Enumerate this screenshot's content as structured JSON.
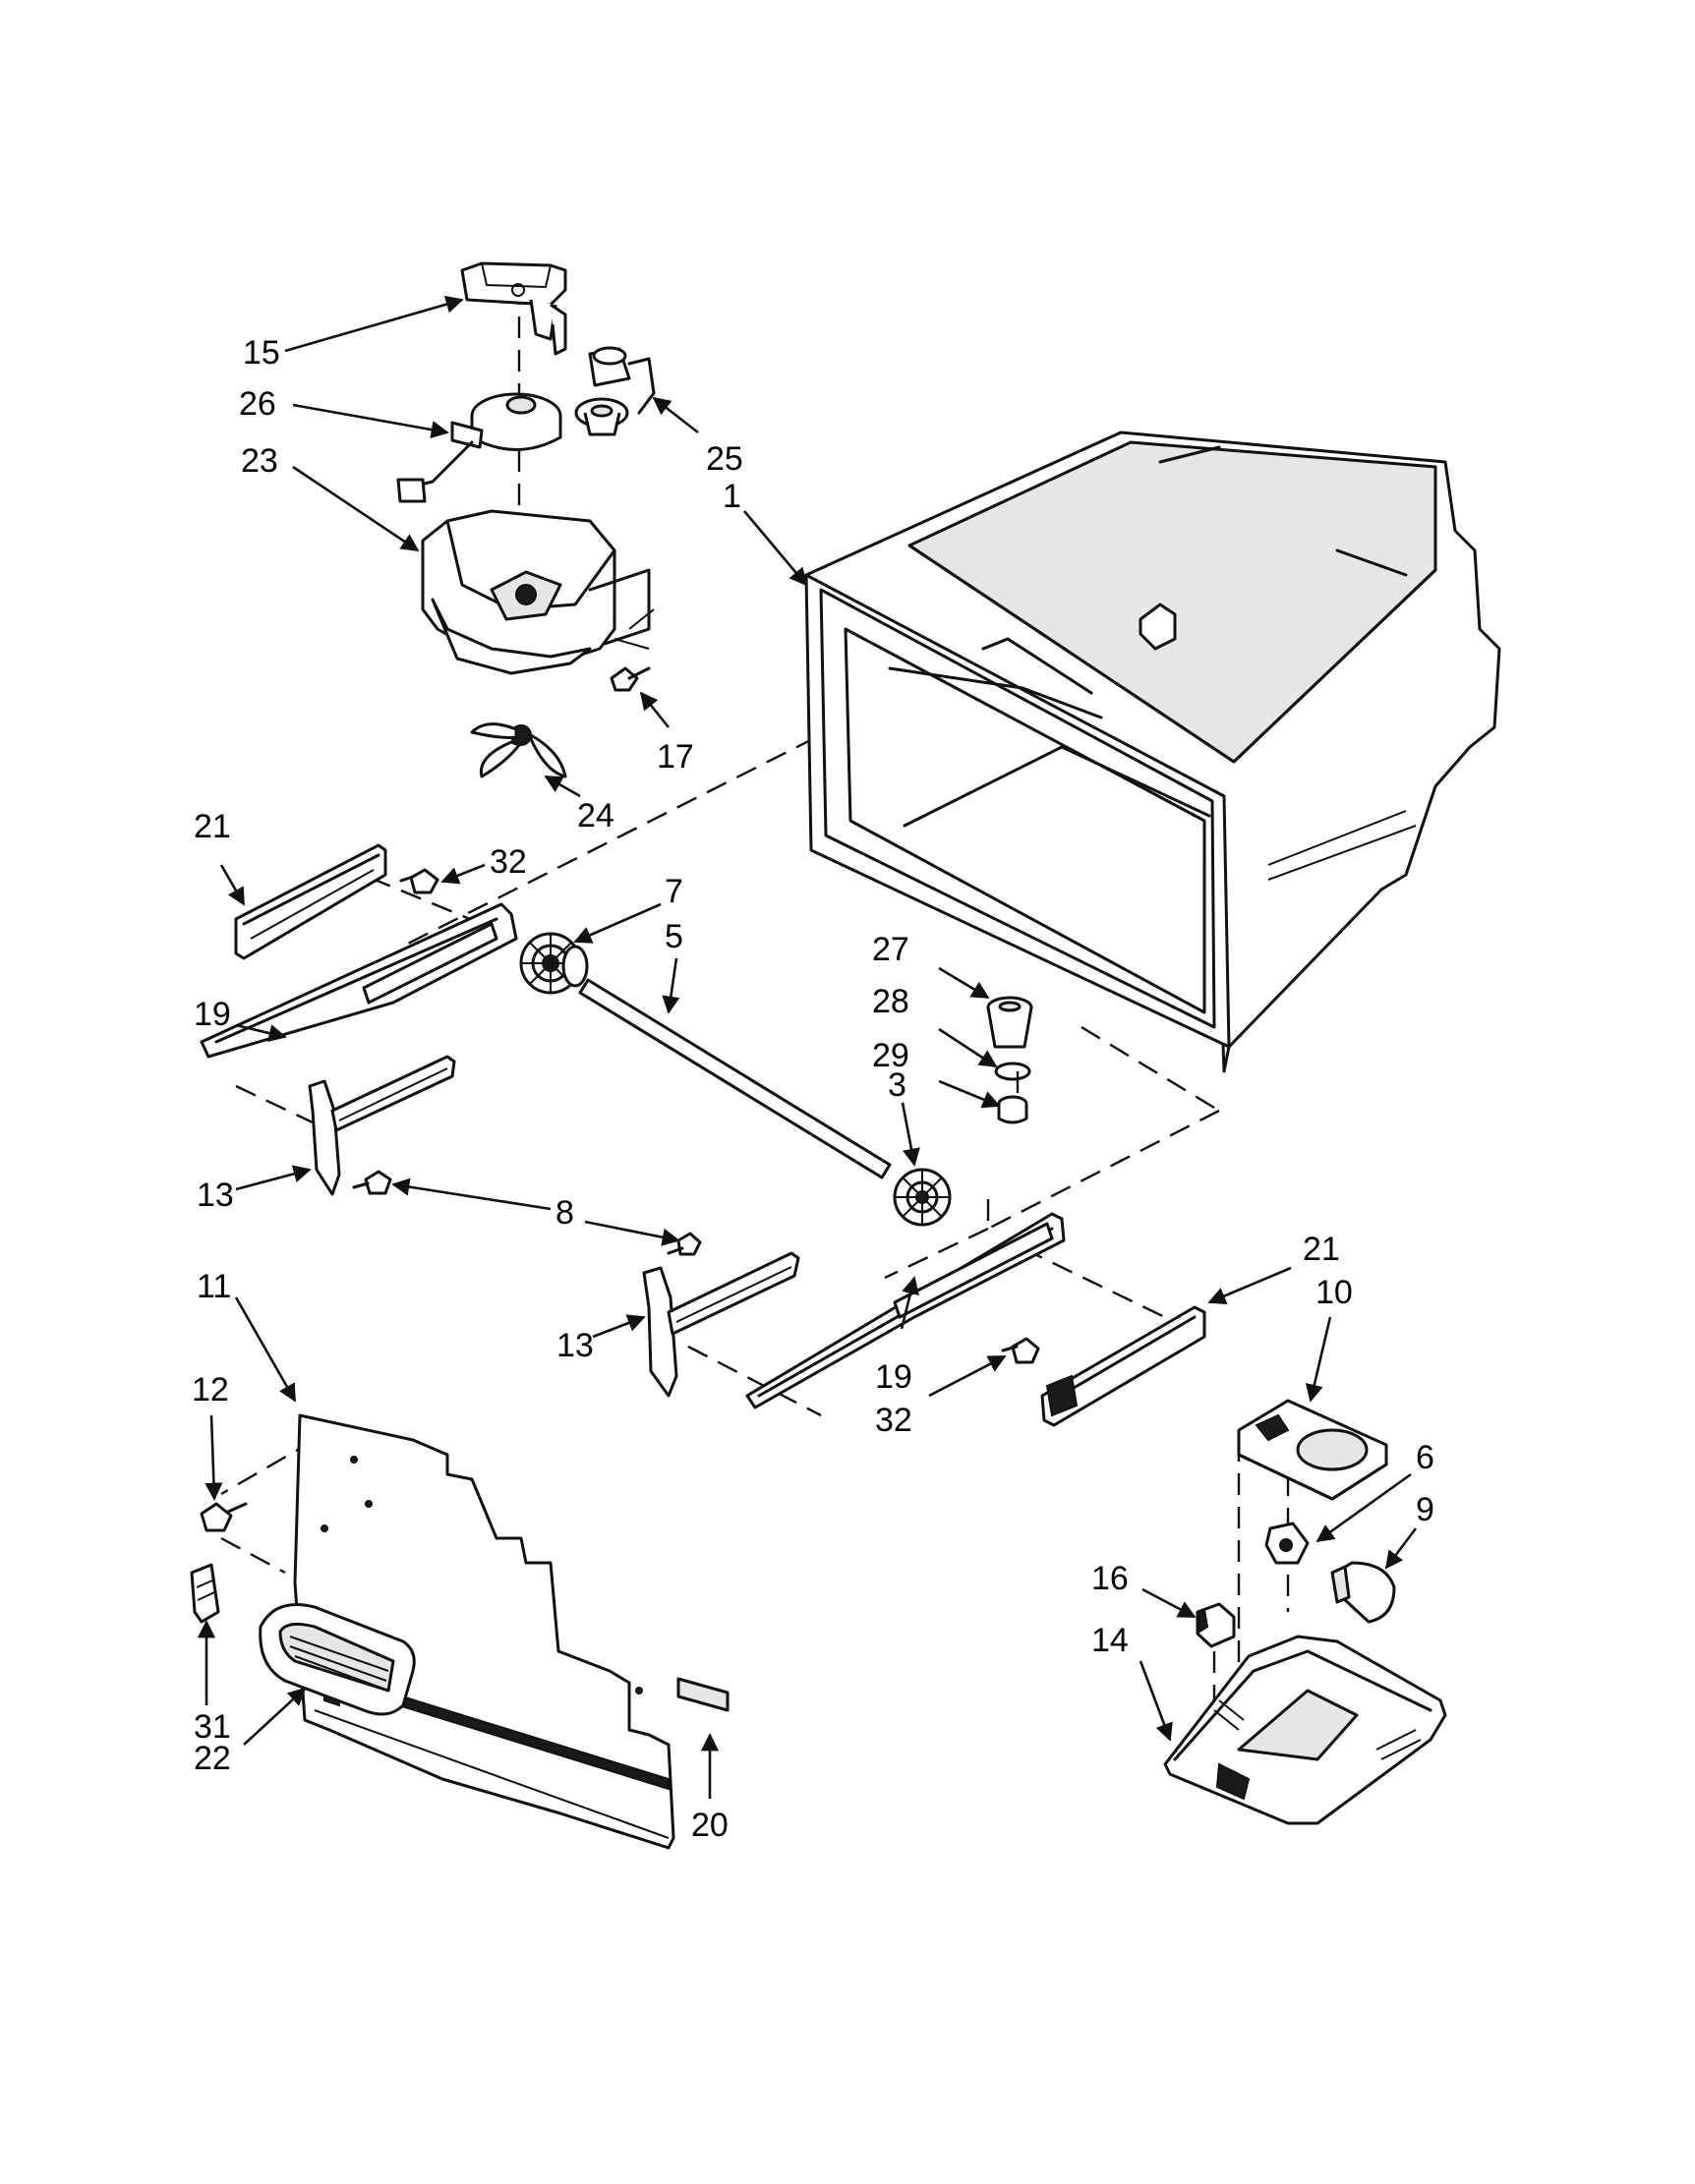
{
  "callouts": [
    {
      "label": "15"
    },
    {
      "label": "26"
    },
    {
      "label": "23"
    },
    {
      "label": "25"
    },
    {
      "label": "1"
    },
    {
      "label": "17"
    },
    {
      "label": "24"
    },
    {
      "label": "21"
    },
    {
      "label": "32"
    },
    {
      "label": "7"
    },
    {
      "label": "5"
    },
    {
      "label": "27"
    },
    {
      "label": "28"
    },
    {
      "label": "29"
    },
    {
      "label": "3"
    },
    {
      "label": "19"
    },
    {
      "label": "13"
    },
    {
      "label": "8"
    },
    {
      "label": "21"
    },
    {
      "label": "10"
    },
    {
      "label": "13"
    },
    {
      "label": "19"
    },
    {
      "label": "32"
    },
    {
      "label": "11"
    },
    {
      "label": "12"
    },
    {
      "label": "6"
    },
    {
      "label": "9"
    },
    {
      "label": "16"
    },
    {
      "label": "14"
    },
    {
      "label": "31"
    },
    {
      "label": "22"
    },
    {
      "label": "20"
    }
  ]
}
